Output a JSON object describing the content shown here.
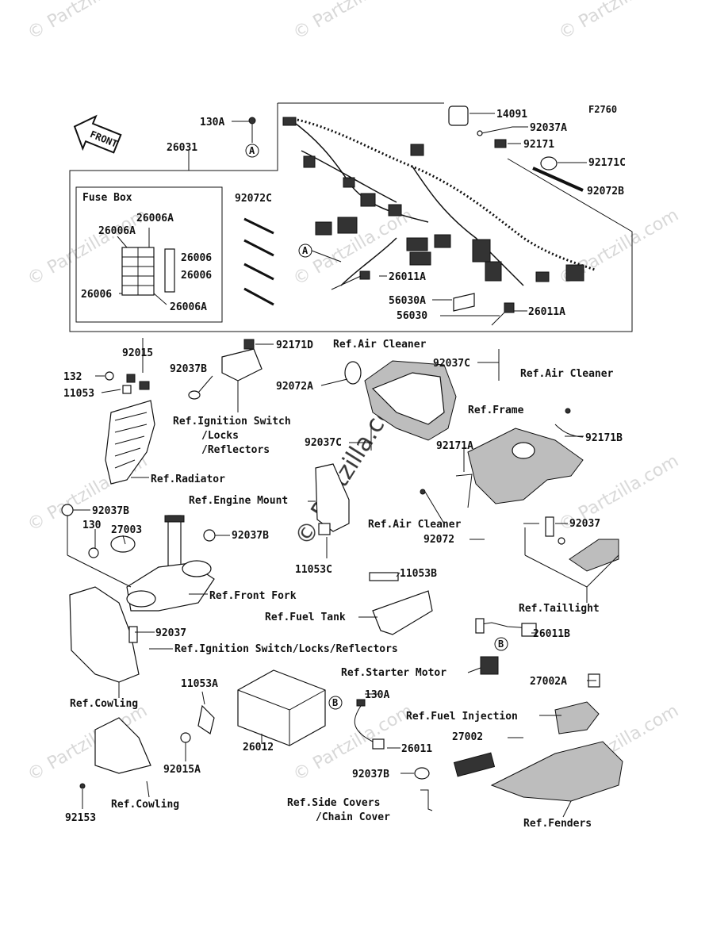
{
  "figure_code": "F2760",
  "front_label": "FRONT",
  "watermark": "© Partzilla.com",
  "callouts": {
    "a": "A",
    "b": "B"
  },
  "fuse_box": {
    "title": "Fuse Box",
    "labels": [
      "26006A",
      "26006A",
      "26006",
      "26006",
      "26006",
      "26006A"
    ]
  },
  "labels": {
    "p130A_top": "130A",
    "p26031": "26031",
    "p14091": "14091",
    "p92037A": "92037A",
    "p92171": "92171",
    "p92171C": "92171C",
    "p92072B": "92072B",
    "p92072C": "92072C",
    "p26011A_1": "26011A",
    "p56030A": "56030A",
    "p56030": "56030",
    "p26011A_2": "26011A",
    "p92015": "92015",
    "p132": "132",
    "p11053": "11053",
    "p92171D": "92171D",
    "p92037B_1": "92037B",
    "ref_air_cleaner_1": "Ref.Air Cleaner",
    "p92037C_1": "92037C",
    "ref_air_cleaner_2": "Ref.Air Cleaner",
    "p92072A": "92072A",
    "ref_ignition_1": "Ref.Ignition Switch",
    "ref_ignition_2": "/Locks",
    "ref_ignition_3": "/Reflectors",
    "ref_frame": "Ref.Frame",
    "p92037C_2": "92037C",
    "p92171A": "92171A",
    "p92171B": "92171B",
    "ref_radiator": "Ref.Radiator",
    "ref_engine_mount": "Ref.Engine Mount",
    "p92037B_2": "92037B",
    "p130": "130",
    "p27003": "27003",
    "p92037B_3": "92037B",
    "ref_air_cleaner_3": "Ref.Air Cleaner",
    "p92037": "92037",
    "p92072": "92072",
    "p11053C": "11053C",
    "p11053B": "11053B",
    "ref_front_fork": "Ref.Front Fork",
    "ref_fuel_tank": "Ref.Fuel Tank",
    "ref_taillight": "Ref.Taillight",
    "p92037_2": "92037",
    "ref_ignition_long": "Ref.Ignition Switch/Locks/Reflectors",
    "p26011B": "26011B",
    "ref_starter_motor": "Ref.Starter Motor",
    "p27002A": "27002A",
    "ref_cowling_1": "Ref.Cowling",
    "p11053A": "11053A",
    "p130A_bottom": "130A",
    "ref_fuel_injection": "Ref.Fuel Injection",
    "p26012": "26012",
    "p26011": "26011",
    "p27002": "27002",
    "p92015A": "92015A",
    "p92037B_4": "92037B",
    "ref_cowling_2": "Ref.Cowling",
    "ref_side_covers_1": "Ref.Side Covers",
    "ref_side_covers_2": "/Chain Cover",
    "p92153": "92153",
    "ref_fenders": "Ref.Fenders"
  }
}
